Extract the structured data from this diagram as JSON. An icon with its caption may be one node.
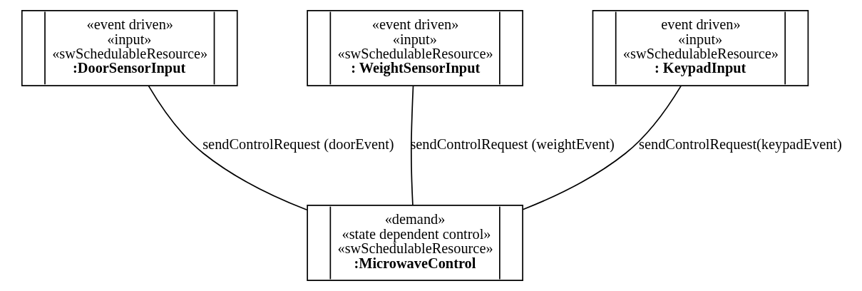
{
  "diagram": {
    "nodes": [
      {
        "text": [
          "«event driven»",
          "«input»",
          "«swSchedulableResource»",
          ":DoorSensorInput"
        ]
      },
      {
        "text": [
          "«event driven»",
          "«input»",
          "«swSchedulableResource»",
          ": WeightSensorInput"
        ]
      },
      {
        "text": [
          "event driven»",
          "«input»",
          "«swSchedulableResource»",
          ": KeypadInput"
        ]
      },
      {
        "text": [
          "«demand»",
          "«state dependent control»",
          "«swSchedulableResource»",
          ":MicrowaveControl"
        ]
      }
    ],
    "edges": [
      {
        "from": 0,
        "to": 3,
        "arrow": "none",
        "label": "sendControlRequest (doorEvent)"
      },
      {
        "from": 1,
        "to": 3,
        "arrow": "none",
        "label": "sendControlRequest (weightEvent)"
      },
      {
        "from": 2,
        "to": 3,
        "arrow": "none",
        "label": "sendControlRequest(keypadEvent)"
      }
    ]
  }
}
